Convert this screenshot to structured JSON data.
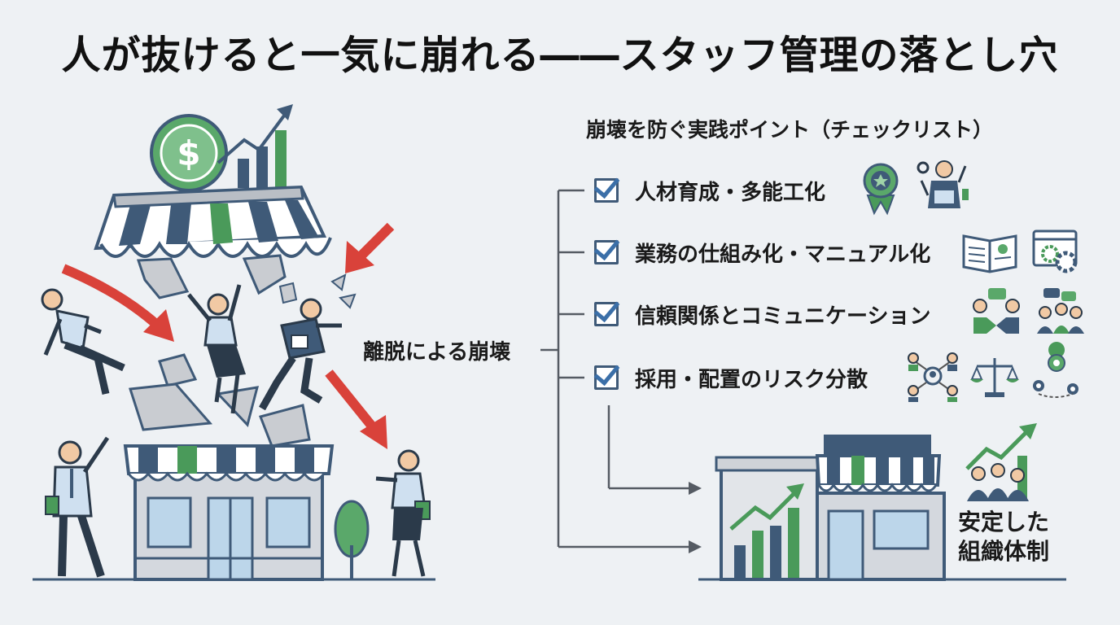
{
  "title": "人が抜けると一気に崩れる――スタッフ管理の落とし穴",
  "collapse_label": "離脱による崩壊",
  "checklist": {
    "heading": "崩壊を防ぐ実践ポイント（チェックリスト）",
    "items": [
      {
        "label": "人材育成・多能工化",
        "icons": [
          "award-badge-icon",
          "multiskilled-worker-icon"
        ]
      },
      {
        "label": "業務の仕組み化・マニュアル化",
        "icons": [
          "manual-book-icon",
          "gears-window-icon"
        ]
      },
      {
        "label": "信頼関係とコミュニケーション",
        "icons": [
          "handshake-icon",
          "team-chat-icon"
        ]
      },
      {
        "label": "採用・配置のリスク分散",
        "icons": [
          "people-network-icon",
          "balance-scale-icon",
          "location-pins-icon"
        ]
      }
    ]
  },
  "result": {
    "line1": "安定した",
    "line2": "組織体制"
  },
  "colors": {
    "navy": "#3f5a78",
    "green": "#4a9a5a",
    "red": "#d9423a",
    "gray": "#c9ccd1",
    "background": "#eef1f4"
  }
}
